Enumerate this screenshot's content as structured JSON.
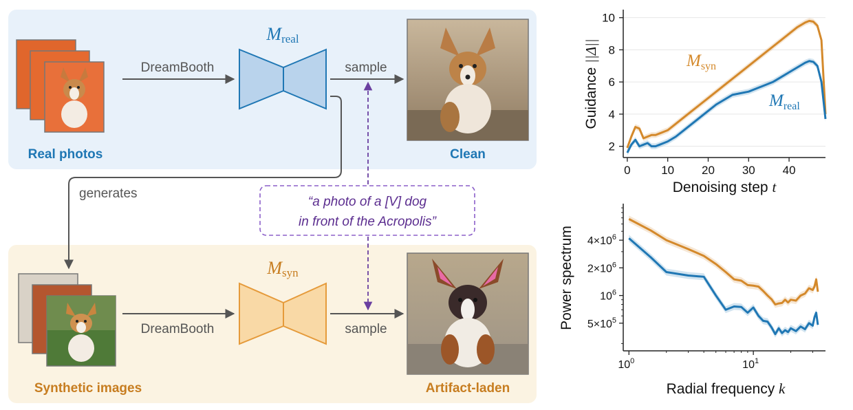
{
  "diagram": {
    "top_panel": {
      "input_label": "Real photos",
      "model_name": "M",
      "model_sub": "real",
      "train_method": "DreamBooth",
      "sample_label": "sample",
      "output_label": "Clean"
    },
    "bottom_panel": {
      "input_label": "Synthetic images",
      "model_name": "M",
      "model_sub": "syn",
      "train_method": "DreamBooth",
      "sample_label": "sample",
      "output_label": "Artifact-laden"
    },
    "generates_label": "generates",
    "prompt_line1": "“a photo of a [V] dog",
    "prompt_line2": "in front of the Acropolis”"
  },
  "colors": {
    "real_blue": "#1f77b4",
    "syn_orange": "#d4892b",
    "top_bg": "#e8f1fa",
    "bottom_bg": "#fbf3e2",
    "prompt_purple": "#6a3fa0",
    "arrow_gray": "#555555"
  },
  "chart_data": [
    {
      "type": "line",
      "ylabel": "Guidance ||Δ||",
      "xlabel": "Denoising step t",
      "xlim": [
        -1,
        49
      ],
      "ylim": [
        1.3,
        10.5
      ],
      "xticks": [
        0,
        10,
        20,
        30,
        40
      ],
      "yticks": [
        2,
        4,
        6,
        8,
        10
      ],
      "grid": true,
      "series": [
        {
          "name": "M_syn",
          "color": "#d4892b",
          "x": [
            0,
            1,
            2,
            3,
            4,
            5,
            6,
            7,
            8,
            9,
            10,
            12,
            14,
            16,
            18,
            20,
            22,
            24,
            26,
            28,
            30,
            32,
            34,
            36,
            38,
            40,
            42,
            44,
            45,
            46,
            47,
            48,
            49
          ],
          "y": [
            1.9,
            2.6,
            3.2,
            3.1,
            2.5,
            2.6,
            2.7,
            2.7,
            2.8,
            2.9,
            3.0,
            3.4,
            3.8,
            4.2,
            4.6,
            5.0,
            5.4,
            5.8,
            6.2,
            6.6,
            7.0,
            7.4,
            7.8,
            8.2,
            8.6,
            9.0,
            9.4,
            9.7,
            9.8,
            9.75,
            9.5,
            8.6,
            4.0
          ]
        },
        {
          "name": "M_real",
          "color": "#1f77b4",
          "x": [
            0,
            1,
            2,
            3,
            4,
            5,
            6,
            7,
            8,
            9,
            10,
            12,
            14,
            16,
            18,
            20,
            22,
            24,
            26,
            28,
            30,
            32,
            34,
            36,
            38,
            40,
            42,
            44,
            45,
            46,
            47,
            48,
            49
          ],
          "y": [
            1.6,
            2.1,
            2.4,
            2.0,
            2.1,
            2.2,
            2.0,
            2.0,
            2.1,
            2.2,
            2.3,
            2.6,
            3.0,
            3.4,
            3.8,
            4.2,
            4.6,
            4.9,
            5.2,
            5.3,
            5.4,
            5.6,
            5.8,
            6.0,
            6.3,
            6.6,
            6.9,
            7.2,
            7.3,
            7.25,
            7.0,
            6.0,
            3.7
          ]
        }
      ]
    },
    {
      "type": "line",
      "ylabel": "Power spectrum",
      "xlabel": "Radial frequency k",
      "x_scale": "log",
      "y_scale": "log",
      "xlim": [
        0.9,
        38
      ],
      "ylim": [
        250000,
        10000000
      ],
      "xticks": [
        "10^0",
        "10^1"
      ],
      "yticks": [
        "5×10^5",
        "10^6",
        "2×10^6",
        "4×10^6"
      ],
      "grid": false,
      "series": [
        {
          "name": "M_syn",
          "color": "#d4892b",
          "x": [
            1,
            1.5,
            2,
            3,
            4,
            5,
            6,
            7,
            8,
            9,
            10,
            11,
            12,
            13,
            14,
            15,
            16,
            17,
            18,
            19,
            20,
            22,
            24,
            26,
            28,
            30,
            31,
            32,
            33
          ],
          "y": [
            6800000,
            5100000,
            4000000,
            3200000,
            2700000,
            2200000,
            1800000,
            1500000,
            1450000,
            1300000,
            1280000,
            1250000,
            1120000,
            1000000,
            910000,
            800000,
            820000,
            830000,
            900000,
            840000,
            900000,
            880000,
            1000000,
            1050000,
            1200000,
            1150000,
            1250000,
            1500000,
            1100000
          ]
        },
        {
          "name": "M_real",
          "color": "#1f77b4",
          "x": [
            1,
            1.5,
            2,
            3,
            4,
            5,
            6,
            7,
            8,
            9,
            10,
            11,
            12,
            13,
            14,
            15,
            16,
            17,
            18,
            19,
            20,
            22,
            24,
            26,
            28,
            30,
            31,
            32,
            33
          ],
          "y": [
            4200000,
            2600000,
            1800000,
            1650000,
            1600000,
            1000000,
            700000,
            760000,
            750000,
            650000,
            740000,
            600000,
            530000,
            520000,
            450000,
            380000,
            440000,
            390000,
            420000,
            400000,
            440000,
            410000,
            460000,
            430000,
            500000,
            470000,
            580000,
            650000,
            480000
          ]
        }
      ]
    }
  ]
}
